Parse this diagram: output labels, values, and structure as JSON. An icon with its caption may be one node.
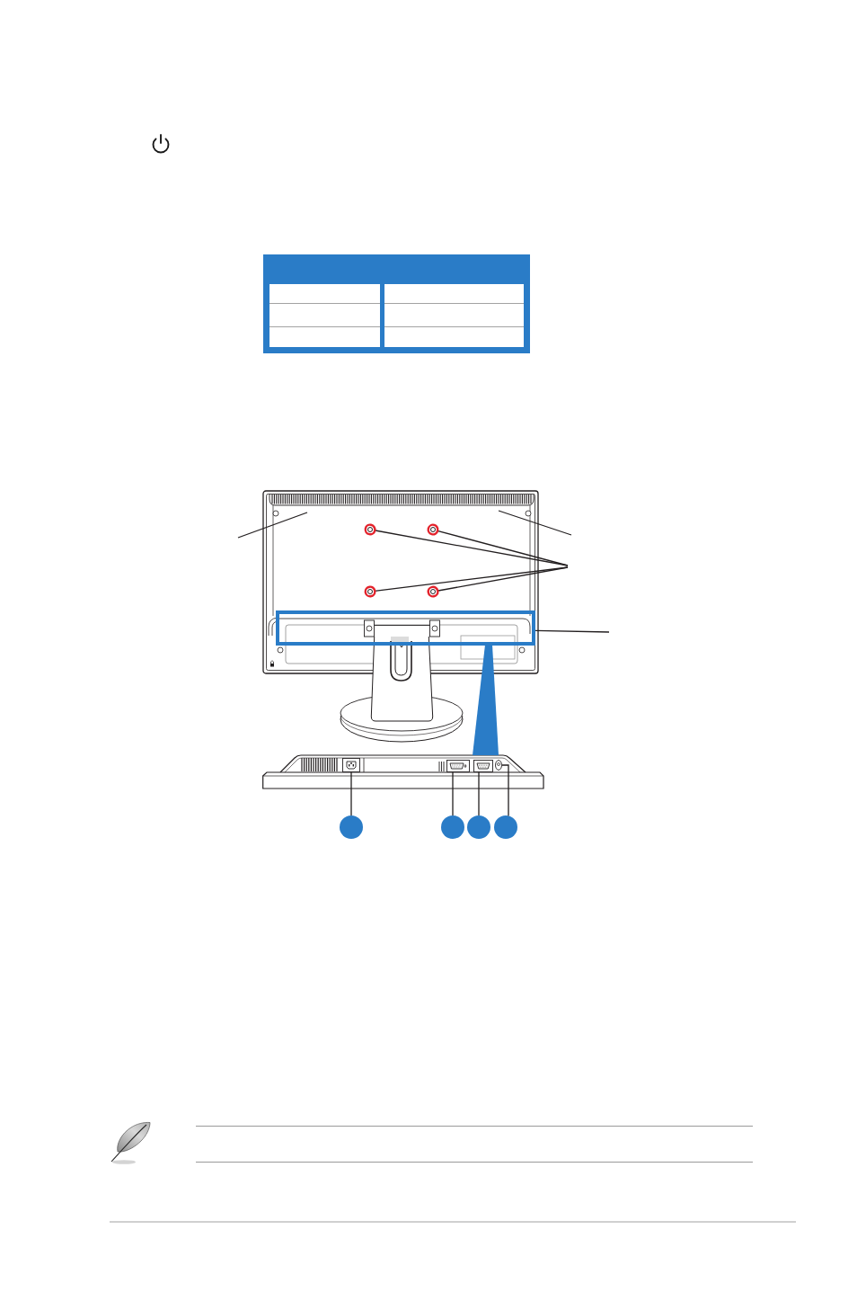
{
  "diagram": {
    "nodes": [
      {
        "text": [],
        "shape": "picture"
      },
      {
        "text": [],
        "shape": "circle",
        "in": 0
      },
      {
        "text": [],
        "shape": "circle",
        "in": 0
      },
      {
        "text": [],
        "shape": "circle",
        "in": 0
      },
      {
        "text": [],
        "shape": "circle",
        "in": 0
      },
      {
        "text": [],
        "shape": "box",
        "in": 0
      },
      {
        "text": [],
        "shape": "wedge"
      },
      {
        "text": [],
        "shape": "picture"
      },
      {
        "text": [],
        "shape": "picture",
        "in": 7
      },
      {
        "text": [],
        "shape": "picture",
        "in": 7
      },
      {
        "text": [],
        "shape": "picture",
        "in": 7
      },
      {
        "text": [],
        "shape": "picture",
        "in": 7
      },
      {
        "text": [],
        "shape": "circle"
      },
      {
        "text": [],
        "shape": "circle"
      },
      {
        "text": [],
        "shape": "circle"
      },
      {
        "text": [],
        "shape": "circle"
      }
    ],
    "edges": [
      {
        "from": null,
        "to": 0,
        "arrow": "none"
      },
      {
        "from": null,
        "to": 0,
        "arrow": "none"
      },
      {
        "from": null,
        "to": 1,
        "arrow": "other"
      },
      {
        "from": null,
        "to": 2,
        "arrow": "other"
      },
      {
        "from": null,
        "to": 3,
        "arrow": "other"
      },
      {
        "from": null,
        "to": 4,
        "arrow": "other"
      },
      {
        "from": null,
        "to": 5,
        "arrow": "none"
      },
      {
        "from": 12,
        "to": 8,
        "arrow": "none"
      },
      {
        "from": 13,
        "to": 9,
        "arrow": "none"
      },
      {
        "from": 14,
        "to": 10,
        "arrow": "none"
      },
      {
        "from": 15,
        "to": 11,
        "arrow": "none"
      }
    ]
  }
}
